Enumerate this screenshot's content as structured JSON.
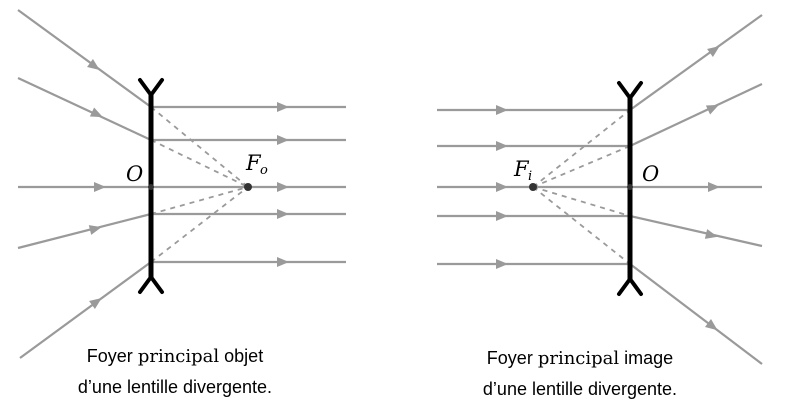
{
  "left_diagram": {
    "center_label": "O",
    "focus_label": "F",
    "focus_sub": "o",
    "caption": {
      "prefix": "Foyer",
      "serif_word": "principal",
      "suffix": "objet",
      "line2": "d’une lentille divergente."
    }
  },
  "right_diagram": {
    "center_label": "O",
    "focus_label": "F",
    "focus_sub": "i",
    "caption": {
      "prefix": "Foyer",
      "serif_word": "principal",
      "suffix": "image",
      "line2": "d’une lentille divergente."
    }
  },
  "colors": {
    "ray": "#9a9a9a",
    "lens": "#000000"
  }
}
